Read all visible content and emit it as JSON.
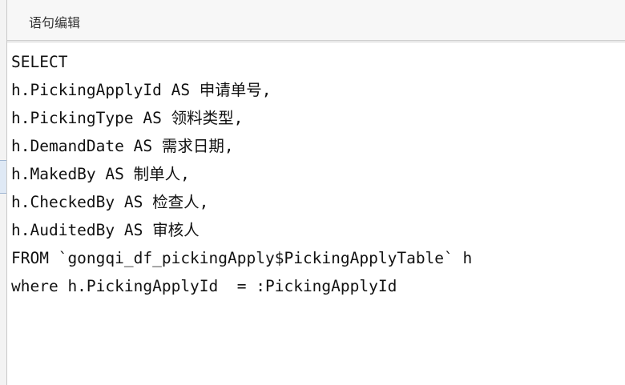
{
  "panel": {
    "title": "语句编辑"
  },
  "editor": {
    "lines": [
      "SELECT",
      "h.PickingApplyId AS 申请单号,",
      "h.PickingType AS 领料类型,",
      "h.DemandDate AS 需求日期,",
      "h.MakedBy AS 制单人,",
      "h.CheckedBy AS 检查人,",
      "h.AuditedBy AS 审核人",
      "FROM `gongqi_df_pickingApply$PickingApplyTable` h",
      "where h.PickingApplyId  = :PickingApplyId"
    ]
  },
  "colors": {
    "title_bar_bg": "#f7f7f7",
    "editor_bg": "#ffffff",
    "text": "#111111"
  }
}
